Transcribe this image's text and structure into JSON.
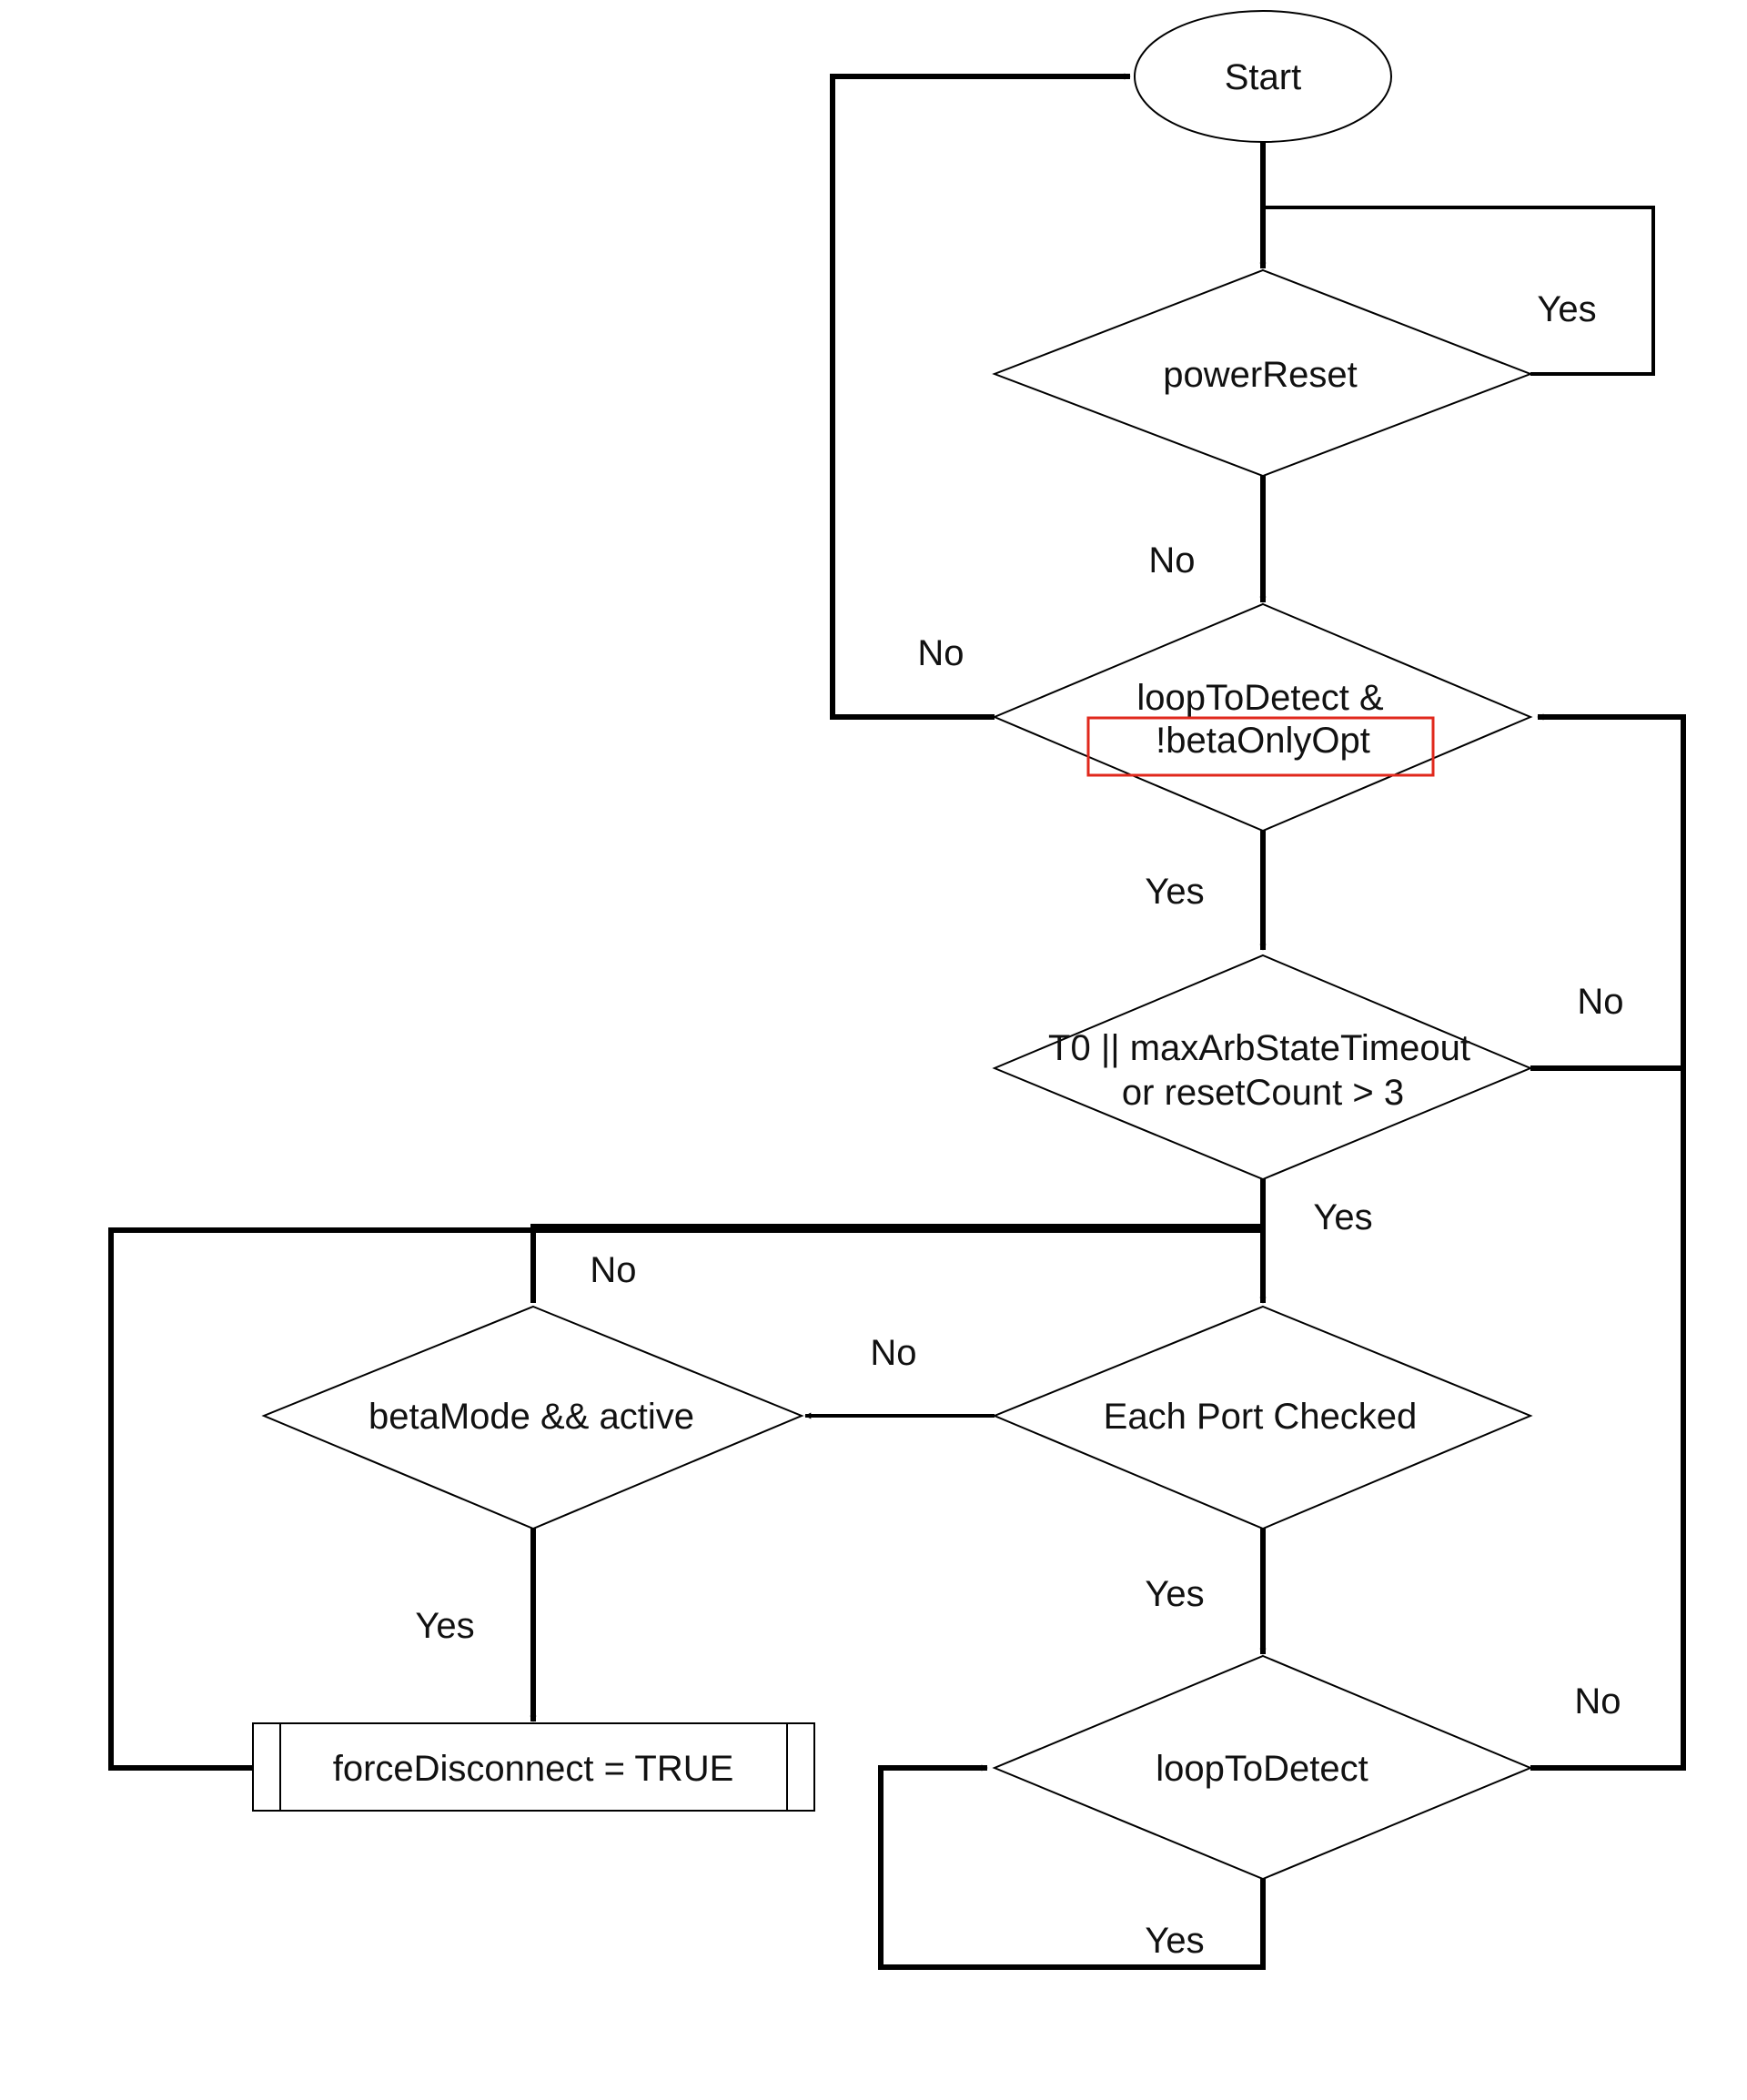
{
  "nodes": {
    "start": "Start",
    "power_reset": "powerReset",
    "loop_detect_beta_line1": "loopToDetect &",
    "loop_detect_beta_line2": "!betaOnlyOpt",
    "timeout_line1": "T0 || maxArbStateTimeout",
    "timeout_line2": "or resetCount > 3",
    "each_port": "Each Port Checked",
    "beta_mode": "betaMode && active",
    "force_disconnect": "forceDisconnect = TRUE",
    "loop_to_detect": "loopToDetect"
  },
  "edge_labels": {
    "power_reset_yes": "Yes",
    "power_reset_no": "No",
    "loop_detect_beta_no": "No",
    "loop_detect_beta_yes": "Yes",
    "timeout_no": "No",
    "timeout_yes": "Yes",
    "beta_mode_no": "No",
    "each_port_no": "No",
    "beta_mode_yes": "Yes",
    "each_port_yes": "Yes",
    "loop_to_detect_no": "No",
    "loop_to_detect_yes": "Yes"
  },
  "highlight_color": "#e0281c"
}
